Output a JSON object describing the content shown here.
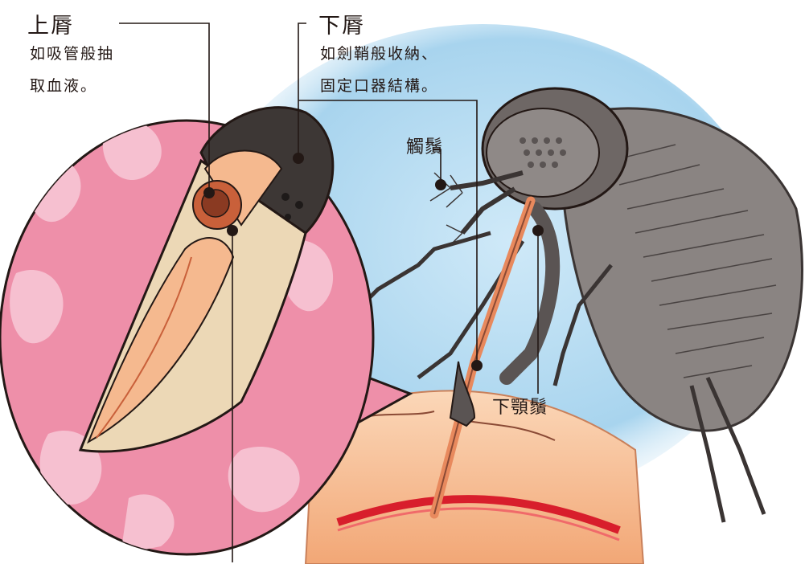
{
  "labels": {
    "upper_lip": {
      "title": "上脣",
      "desc_line1": "如吸管般抽",
      "desc_line2": "取血液。"
    },
    "lower_lip": {
      "title": "下脣",
      "desc_line1": "如劍鞘般收納、",
      "desc_line2": "固定口器結構。"
    },
    "antenna": "觸鬚",
    "maxillary_palp": "下顎鬚"
  },
  "colors": {
    "bubble_pink": "#ee8fa9",
    "bubble_pattern": "#f6c0d0",
    "skin": "#f5b98f",
    "blood_vessel": "#d81e2c",
    "sky_blue": "#a8d4ee",
    "mosquito_gray": "#8a8482",
    "proboscis_orange": "#e8895d",
    "leader_line": "#231815"
  }
}
